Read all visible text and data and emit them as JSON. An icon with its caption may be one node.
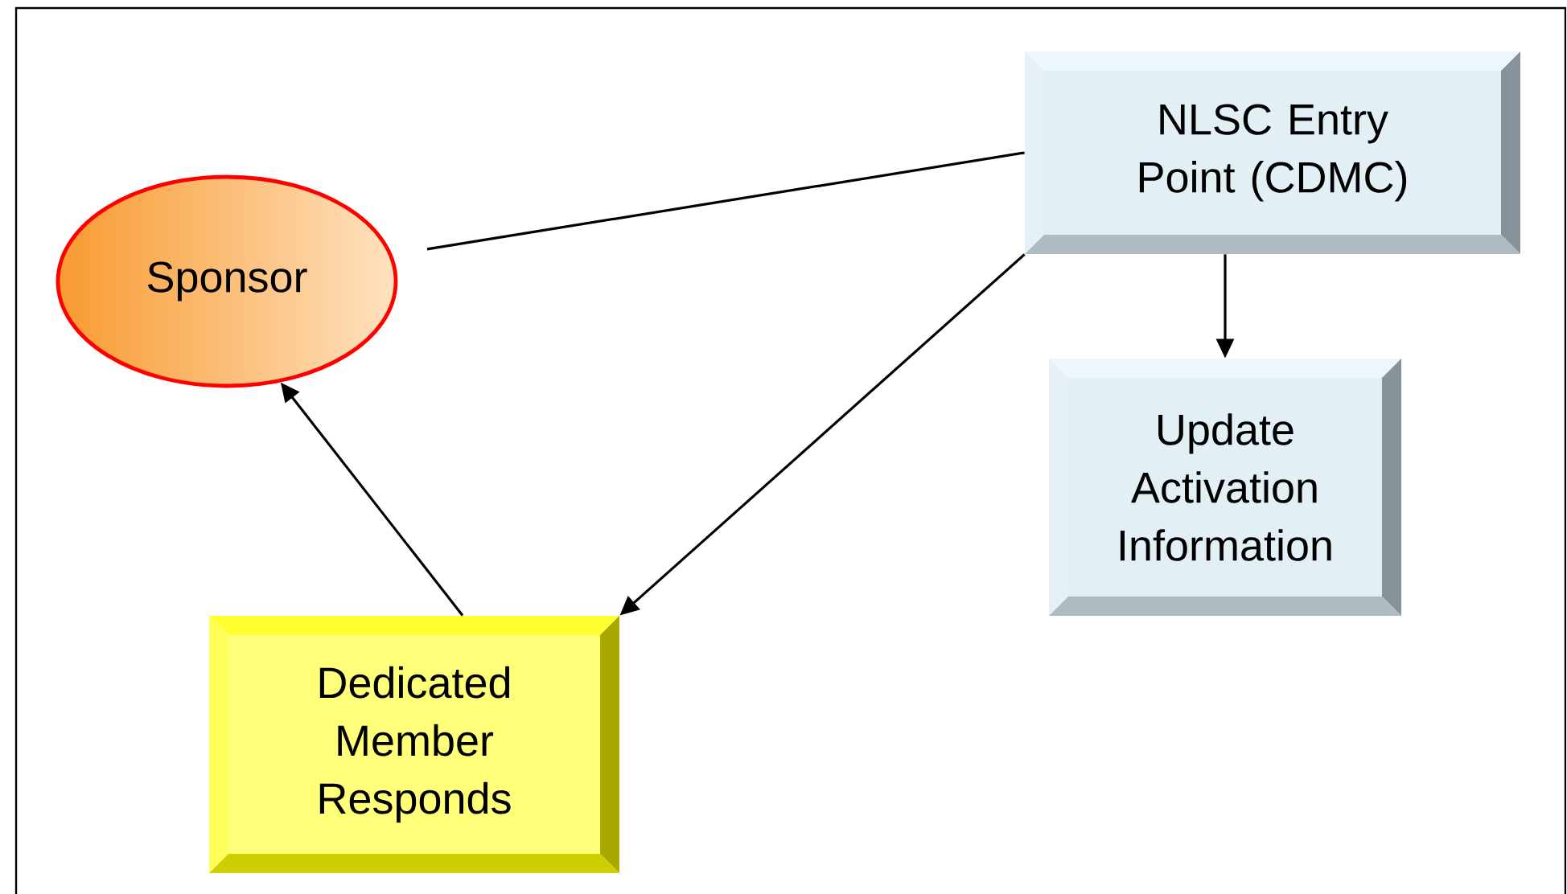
{
  "diagram": {
    "nodes": [
      {
        "text": [
          "Sponsor"
        ]
      },
      {
        "text": [
          "NLSC Entry Point (CDMC)"
        ]
      },
      {
        "text": [
          "Update Activation Information"
        ]
      },
      {
        "text": [
          "Dedicated Member Responds"
        ]
      }
    ],
    "edges": [
      {
        "from": 0,
        "to": 1,
        "arrow": "none"
      },
      {
        "from": 1,
        "to": 2,
        "arrow": "to"
      },
      {
        "from": 1,
        "to": 3,
        "arrow": "to"
      },
      {
        "from": 3,
        "to": 0,
        "arrow": "to"
      }
    ]
  }
}
